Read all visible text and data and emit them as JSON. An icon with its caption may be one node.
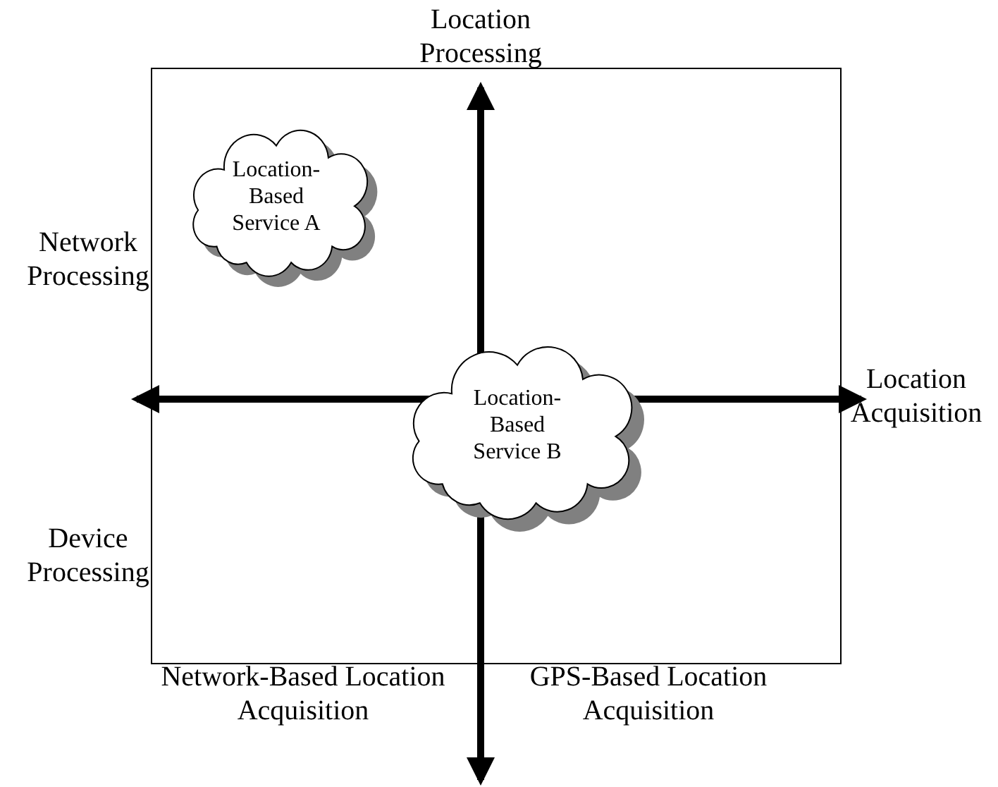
{
  "diagram": {
    "nodes": [
      {
        "text": [],
        "shape": "box"
      },
      {
        "text": [
          "Location-Based Service A"
        ],
        "in": 0
      },
      {
        "text": [
          "Location-Based Service B"
        ],
        "in": 0
      }
    ],
    "edges": [],
    "labels": [
      "Location Processing",
      "Network Processing",
      "Location Acquisition",
      "Device Processing",
      "Network-Based Location Acquisition",
      "GPS-Based Location Acquisition"
    ]
  }
}
